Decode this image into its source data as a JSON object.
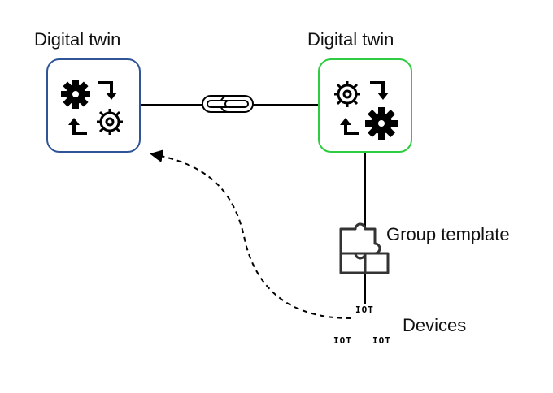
{
  "diagram": {
    "twin_left_label": "Digital twin",
    "twin_right_label": "Digital twin",
    "group_template_label": "Group template",
    "devices_label": "Devices",
    "device_icon_text": "IOT",
    "colors": {
      "left_twin_border": "#2f5597",
      "right_twin_border": "#2ecc40",
      "line": "#000000"
    },
    "icons": [
      "gears-sync-icon",
      "chain-link-icon",
      "puzzle-icon",
      "iot-device-icon"
    ]
  }
}
